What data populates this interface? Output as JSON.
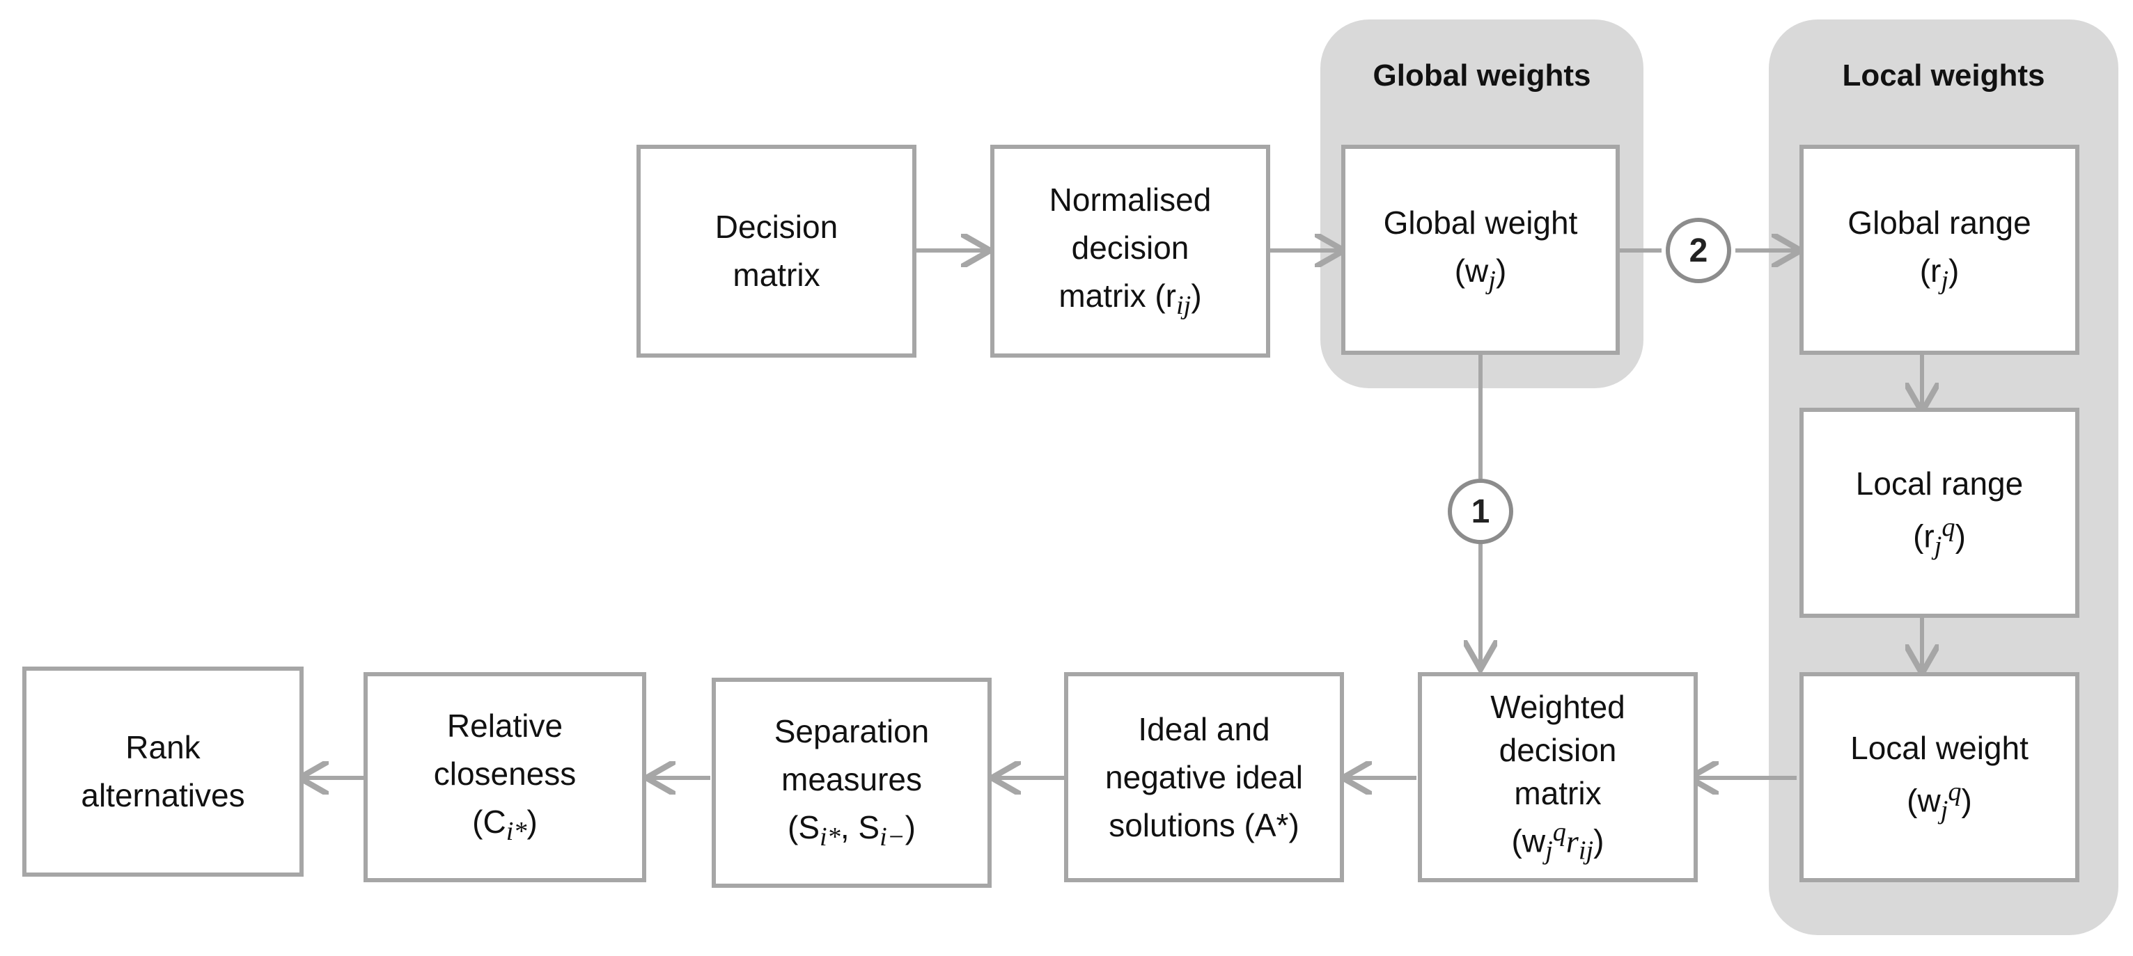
{
  "groups": {
    "global": {
      "title": "Global weights"
    },
    "local": {
      "title": "Local weights"
    }
  },
  "boxes": {
    "decision_matrix": {
      "line1": "Decision",
      "line2": "matrix"
    },
    "normalised": {
      "line1": "Normalised",
      "line2": "decision",
      "line3": "matrix (r",
      "sub": "ij",
      "close": ")"
    },
    "global_weight": {
      "line1": "Global weight",
      "line2": "(w",
      "sub": "j",
      "close": ")"
    },
    "global_range": {
      "line1": "Global range",
      "line2": "(r",
      "sub": "j",
      "close": ")"
    },
    "local_range": {
      "line1": "Local range",
      "line2": "(r",
      "sub": "j",
      "sup": "q",
      "close": ")"
    },
    "local_weight": {
      "line1": "Local weight",
      "line2": "(w",
      "sub": "j",
      "sup": "q",
      "close": ")"
    },
    "weighted": {
      "line1": "Weighted",
      "line2": "decision",
      "line3": "matrix",
      "line4": "(w",
      "sub": "j",
      "sup": "q",
      "r": "r",
      "rsub": "ij",
      "close": ")"
    },
    "ideal": {
      "line1": "Ideal and",
      "line2": "negative ideal",
      "line3": "solutions (A*)"
    },
    "separation": {
      "line1": "Separation",
      "line2": "measures",
      "line3": "(S",
      "sub1": "i*",
      "mid": ", S",
      "sub2": "i−",
      "close": ")"
    },
    "closeness": {
      "line1": "Relative",
      "line2": "closeness",
      "line3": "(C",
      "sub": "i*",
      "close": ")"
    },
    "rank": {
      "line1": "Rank",
      "line2": "alternatives"
    }
  },
  "badges": {
    "one": "1",
    "two": "2"
  },
  "colors": {
    "group_fill": "#d9d9d9",
    "box_border": "#a6a6a6",
    "arrow": "#a6a6a6",
    "badge_border": "#8c8c8c"
  }
}
